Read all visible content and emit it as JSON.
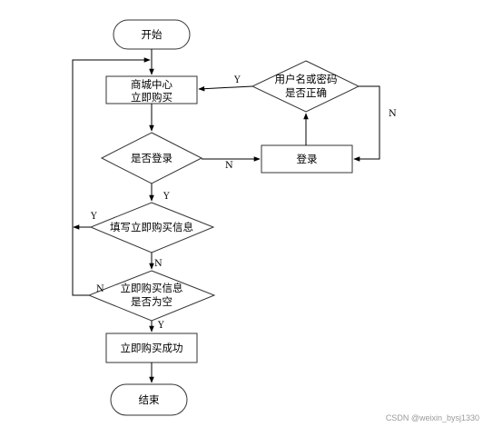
{
  "nodes": {
    "start": "开始",
    "mall_line1": "商城中心",
    "mall_line2": "立即购买",
    "check_login": "是否登录",
    "login": "登录",
    "check_credentials_line1": "用户名或密码",
    "check_credentials_line2": "是否正确",
    "fill_info": "填写立即购买信息",
    "check_empty_line1": "立即购买信息",
    "check_empty_line2": "是否为空",
    "success": "立即购买成功",
    "end": "结束"
  },
  "edge_labels": {
    "credentials_yes": "Y",
    "credentials_no": "N",
    "login_no": "N",
    "login_yes": "Y",
    "fill_yes": "Y",
    "fill_no": "N",
    "empty_no": "N",
    "empty_yes": "Y"
  },
  "watermark": "CSDN @weixin_bysj1330"
}
